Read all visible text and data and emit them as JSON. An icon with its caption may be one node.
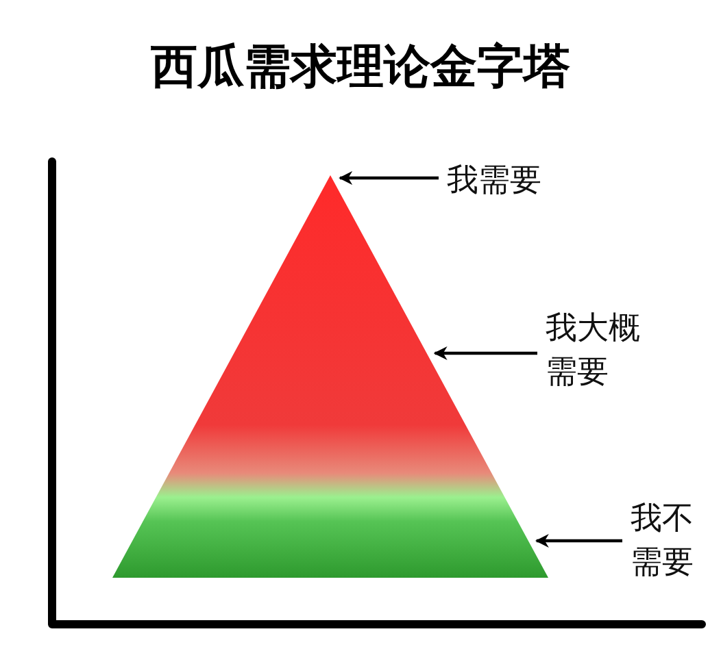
{
  "diagram": {
    "title": "西瓜需求理论金字塔",
    "nodes": [
      {
        "text": [],
        "shape": "triangle"
      },
      {
        "text": [
          "我需要"
        ]
      },
      {
        "text": [
          "我大概需要"
        ]
      },
      {
        "text": [
          "我不需要"
        ]
      }
    ],
    "edges": [
      {
        "from": 1,
        "to": 0,
        "arrow": "to"
      },
      {
        "from": 2,
        "to": 0,
        "arrow": "to"
      },
      {
        "from": 3,
        "to": 0,
        "arrow": "to"
      }
    ]
  }
}
